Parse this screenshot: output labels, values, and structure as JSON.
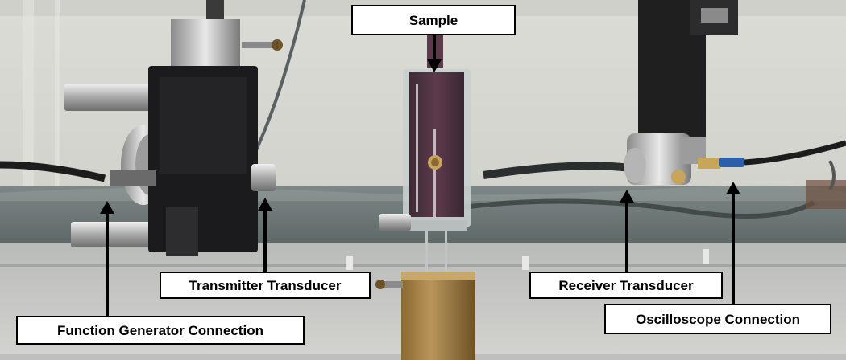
{
  "labels": {
    "sample": "Sample",
    "transmitter_transducer": "Transmitter Transducer",
    "receiver_transducer": "Receiver Transducer",
    "function_generator_connection": "Function Generator Connection",
    "oscilloscope_connection": "Oscilloscope Connection"
  },
  "colors": {
    "label_background": "#ffffff",
    "label_border": "#000000",
    "arrow": "#000000"
  }
}
